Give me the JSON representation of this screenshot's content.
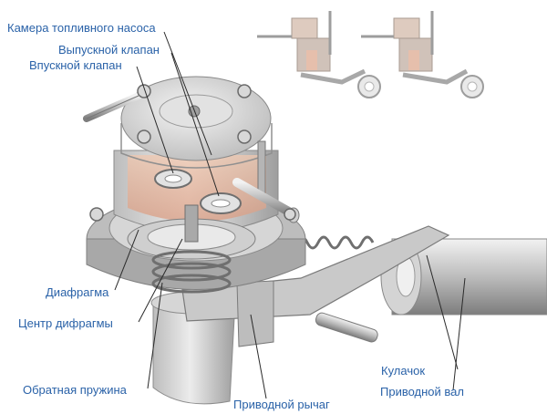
{
  "labels": {
    "pump_chamber": "Камера топливного насоса",
    "outlet_valve": "Выпускной клапан",
    "inlet_valve": "Впускной клапан",
    "diaphragm": "Диафрагма",
    "diaphragm_center": "Центр дифрагмы",
    "return_spring": "Обратная пружина",
    "drive_lever": "Приводной рычаг",
    "cam": "Кулачок",
    "drive_shaft": "Приводной вал"
  },
  "colors": {
    "label": "#2a62a8",
    "leader": "#2a2a2a",
    "metal_light": "#e6e6e6",
    "metal_mid": "#c4c4c4",
    "metal_dark": "#8e8e8e",
    "fuel_tint": "#e8b49a"
  }
}
